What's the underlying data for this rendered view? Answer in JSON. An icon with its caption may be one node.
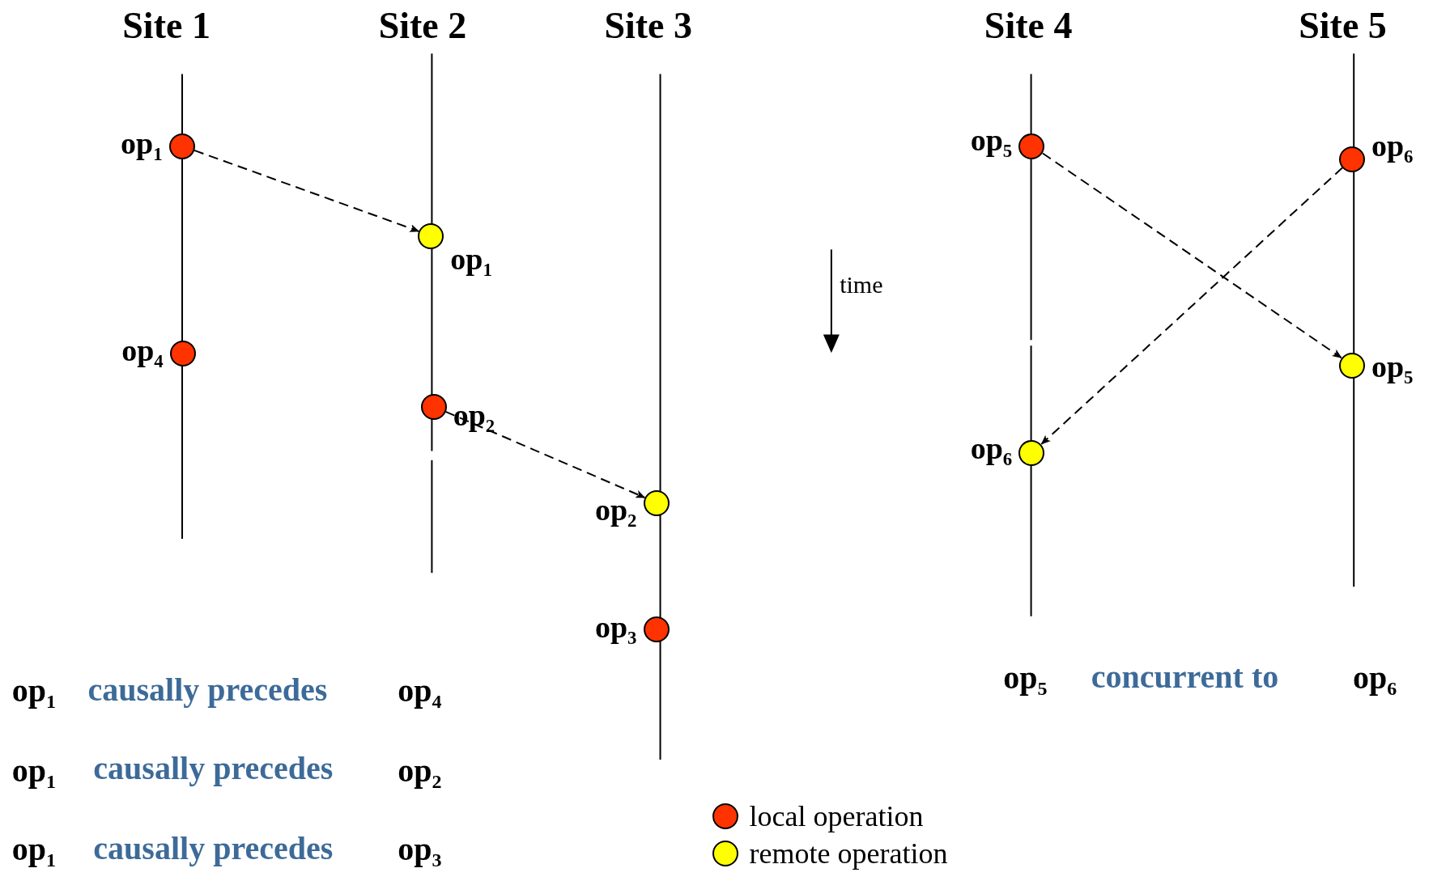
{
  "diagram": {
    "nodes": [
      {
        "text": [
          "op$_{1}$"
        ]
      },
      {
        "text": [
          "op$_{1}$"
        ]
      },
      {
        "text": [
          "op$_{4}$"
        ]
      },
      {
        "text": [
          "op$_{2}$"
        ]
      },
      {
        "text": [
          "op$_{2}$"
        ]
      },
      {
        "text": [
          "op$_{3}$"
        ]
      },
      {
        "text": [
          "op$_{5}$"
        ]
      },
      {
        "text": [
          "op$_{6}$"
        ]
      },
      {
        "text": [
          "op$_{5}$"
        ]
      },
      {
        "text": [
          "op$_{6}$"
        ]
      }
    ],
    "edges": [
      {
        "from": 0,
        "to": 1,
        "arrow": "to",
        "style": "dashed"
      },
      {
        "from": 3,
        "to": 4,
        "arrow": "to",
        "style": "dashed"
      },
      {
        "from": 6,
        "to": 8,
        "arrow": "to",
        "style": "dashed"
      },
      {
        "from": 7,
        "to": 9,
        "arrow": "to",
        "style": "dashed"
      }
    ],
    "labels": [
      "Site 1",
      "Site 2",
      "Site 3",
      "Site 4",
      "Site 5",
      "time",
      "op$_{5}$",
      "concurrent to",
      "op$_{6}$",
      "op$_{1}$",
      "causally precedes",
      "op$_{4}$",
      "op$_{1}$",
      "causally precedes",
      "op$_{2}$",
      "op$_{1}$",
      "causally precedes",
      "op$_{3}$"
    ],
    "legend": [
      {
        "text": "local operation",
        "color": "#ff3300"
      },
      {
        "text": "remote operation",
        "color": "#ffff00"
      }
    ]
  }
}
